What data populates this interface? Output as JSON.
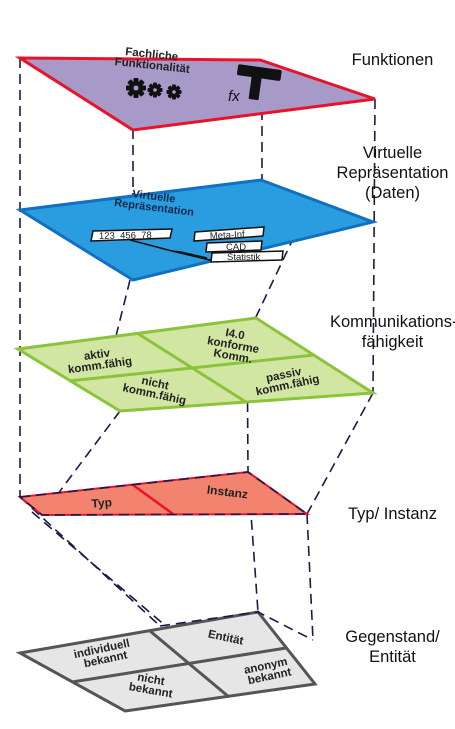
{
  "layers": {
    "funktionen": {
      "label": "Funktionen",
      "title": "Fachliche\nFunktionalität",
      "fx": "fx",
      "fill": "#a79ac8",
      "stroke": "#e8132b"
    },
    "virtuell": {
      "label": "Virtuelle\nRepräsentation\n(Daten)",
      "title": "Virtuelle\nRepräsentation",
      "id_text": "123_456_78",
      "boxes": [
        "Meta-Inf",
        "CAD",
        "Statistik"
      ],
      "fill": "#2a9de1",
      "stroke": "#1170c0"
    },
    "kommunikation": {
      "label": "Kommunikations-\nfähigkeit",
      "cells": [
        "aktiv\nkomm.fähig",
        "I4.0\nkonforme\nKomm.",
        "nicht\nkomm.fähig",
        "passiv\nkomm.fähig"
      ],
      "fill": "#d2e6a4",
      "stroke": "#8bc43a"
    },
    "typ": {
      "label": "Typ/ Instanz",
      "cells": [
        "Typ",
        "Instanz"
      ],
      "fill": "#f2846f",
      "stroke": "#e8132b"
    },
    "gegenstand": {
      "label": "Gegenstand/\nEntität",
      "cells": [
        "individuell\nbekannt",
        "Entität",
        "nicht\nbekannt",
        "anonym\nbekannt"
      ],
      "fill": "#e6e6e6",
      "stroke": "#555555"
    }
  }
}
